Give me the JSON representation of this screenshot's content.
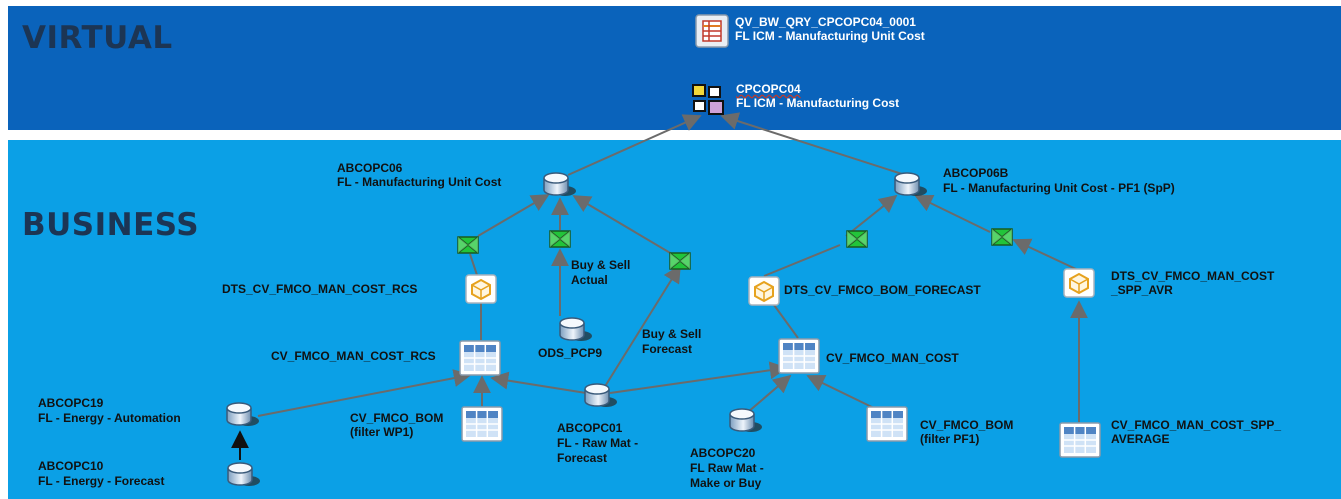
{
  "bands": {
    "virtual": "VIRTUAL",
    "business": "BUSINESS"
  },
  "nodes": {
    "qv_query": {
      "name": "QV_BW_QRY_CPCOPC04_0001",
      "desc": "FL ICM - Manufacturing Unit Cost",
      "icon": "query-report-icon"
    },
    "cpcopc04": {
      "name": "CPCOPC04",
      "desc": "FL ICM - Manufacturing Cost",
      "icon": "composite-provider-icon"
    },
    "abcopc06": {
      "name": "ABCOPC06",
      "desc": "FL - Manufacturing Unit Cost",
      "icon": "datastore-icon"
    },
    "abcop06b": {
      "name": "ABCOP06B",
      "desc": "FL - Manufacturing Unit Cost - PF1  (SpP)",
      "icon": "datastore-icon"
    },
    "dts_rcs": {
      "name": "DTS_CV_FMCO_MAN_COST_RCS",
      "icon": "datasource-icon"
    },
    "dts_forecast": {
      "name": "DTS_CV_FMCO_BOM_FORECAST",
      "icon": "datasource-icon"
    },
    "dts_spp": {
      "line1": "DTS_CV_FMCO_MAN_COST",
      "line2": "_SPP_AVR",
      "icon": "datasource-icon"
    },
    "ods_pcp9": {
      "name": "ODS_PCP9",
      "icon": "datastore-icon"
    },
    "cv_rcs": {
      "name": "CV_FMCO_MAN_COST_RCS",
      "icon": "calc-view-icon"
    },
    "cv_man_cost": {
      "name": "CV_FMCO_MAN_COST",
      "icon": "calc-view-icon"
    },
    "cv_bom_wp1": {
      "line1": "CV_FMCO_BOM",
      "line2": "(filter WP1)",
      "icon": "calc-view-icon"
    },
    "cv_bom_pf1": {
      "line1": "CV_FMCO_BOM",
      "line2": "(filter PF1)",
      "icon": "calc-view-icon"
    },
    "cv_spp_avg": {
      "line1": "CV_FMCO_MAN_COST_SPP_",
      "line2": "AVERAGE",
      "icon": "calc-view-icon"
    },
    "abcopc01": {
      "line1": "ABCOPC01",
      "line2": "FL - Raw Mat -",
      "line3": "Forecast",
      "icon": "datastore-icon"
    },
    "abcopc19": {
      "name": "ABCOPC19",
      "desc": "FL - Energy - Automation",
      "icon": "datastore-icon"
    },
    "abcopc10": {
      "name": "ABCOPC10",
      "desc": "FL - Energy - Forecast",
      "icon": "datastore-icon"
    },
    "abcopc20": {
      "line1": "ABCOPC20",
      "line2": "FL Raw Mat -",
      "line3": "Make or Buy",
      "icon": "datastore-icon"
    }
  },
  "edge_labels": {
    "buy_sell_actual": {
      "line1": "Buy & Sell",
      "line2": "Actual"
    },
    "buy_sell_forecast": {
      "line1": "Buy & Sell",
      "line2": "Forecast"
    }
  },
  "colors": {
    "virtual_band": "#0a63bb",
    "business_band": "#0ba0e6",
    "band_title": "#1c3554",
    "edge": "#6b6b6b",
    "transform": "#22c43a"
  }
}
